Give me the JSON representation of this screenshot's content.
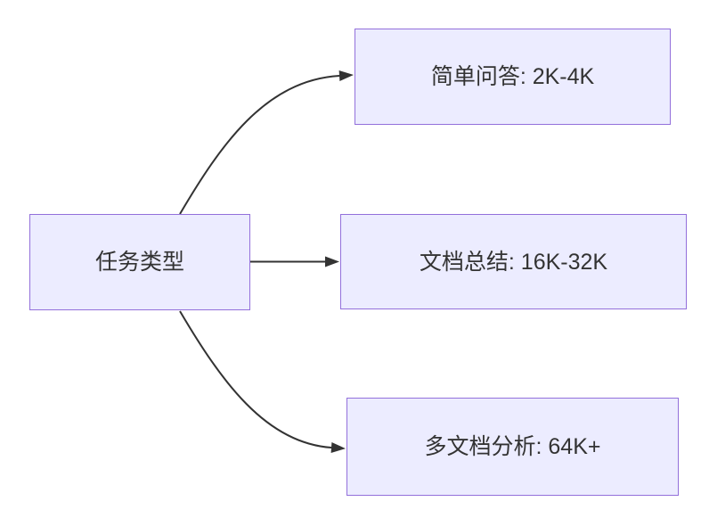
{
  "diagram": {
    "type": "flowchart-left-right",
    "root": {
      "label": "任务类型"
    },
    "branches": [
      {
        "label": "简单问答: 2K-4K"
      },
      {
        "label": "文档总结: 16K-32K"
      },
      {
        "label": "多文档分析: 64K+"
      }
    ],
    "colors": {
      "node_fill": "#ECECFF",
      "node_border": "#9370DB",
      "text": "#333333",
      "arrow": "#333333",
      "background": "#ffffff"
    }
  }
}
